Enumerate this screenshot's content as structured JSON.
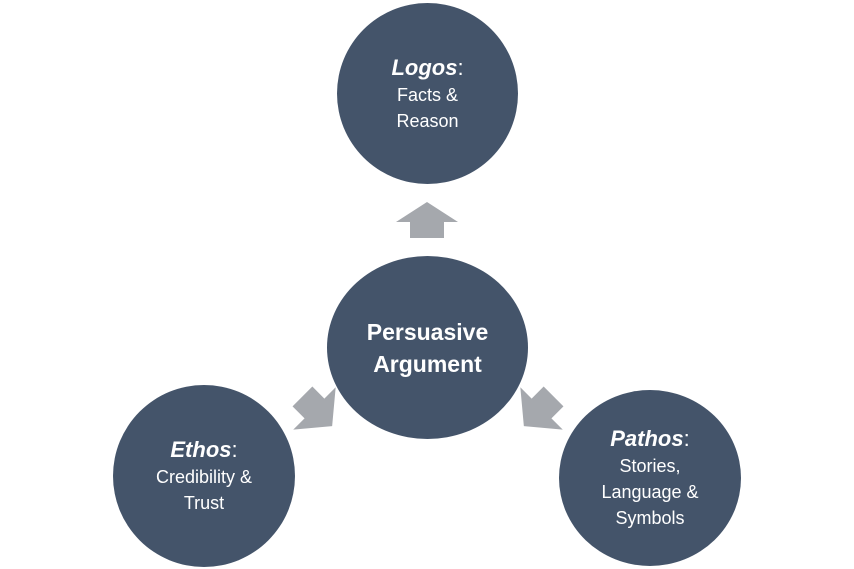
{
  "diagram": {
    "center": {
      "line1": "Persuasive",
      "line2": "Argument"
    },
    "logos": {
      "term": "Logos",
      "colon": ":",
      "desc_line1": "Facts &",
      "desc_line2": "Reason"
    },
    "ethos": {
      "term": "Ethos",
      "colon": ":",
      "desc_line1": "Credibility &",
      "desc_line2": "Trust"
    },
    "pathos": {
      "term": "Pathos",
      "colon": ":",
      "desc_line1": "Stories,",
      "desc_line2": "Language &",
      "desc_line3": "Symbols"
    },
    "colors": {
      "circle_fill": "#44546a",
      "arrow_fill": "#a5a8ad",
      "text": "#ffffff"
    }
  }
}
